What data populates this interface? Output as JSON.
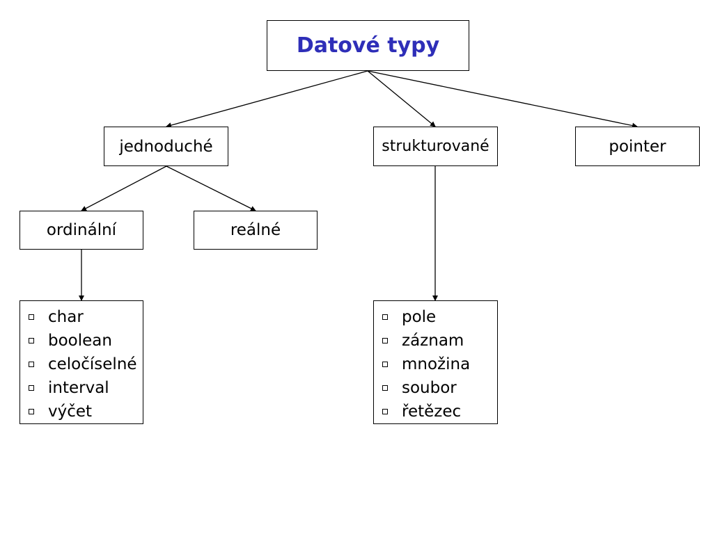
{
  "accent_color": "#2E2EB8",
  "title": "Datové typy",
  "nodes": {
    "jednoduche": "jednoduché",
    "strukturovane": "strukturované",
    "pointer": "pointer",
    "ordinalni": "ordinální",
    "realne": "reálné"
  },
  "ordinal_types": [
    "char",
    "boolean",
    "celočíselné",
    "interval",
    "výčet"
  ],
  "structured_types": [
    "pole",
    "záznam",
    "množina",
    "soubor",
    "řetězec"
  ],
  "bullet_icon": "hollow-square-bullet",
  "connector_color": "#000000"
}
